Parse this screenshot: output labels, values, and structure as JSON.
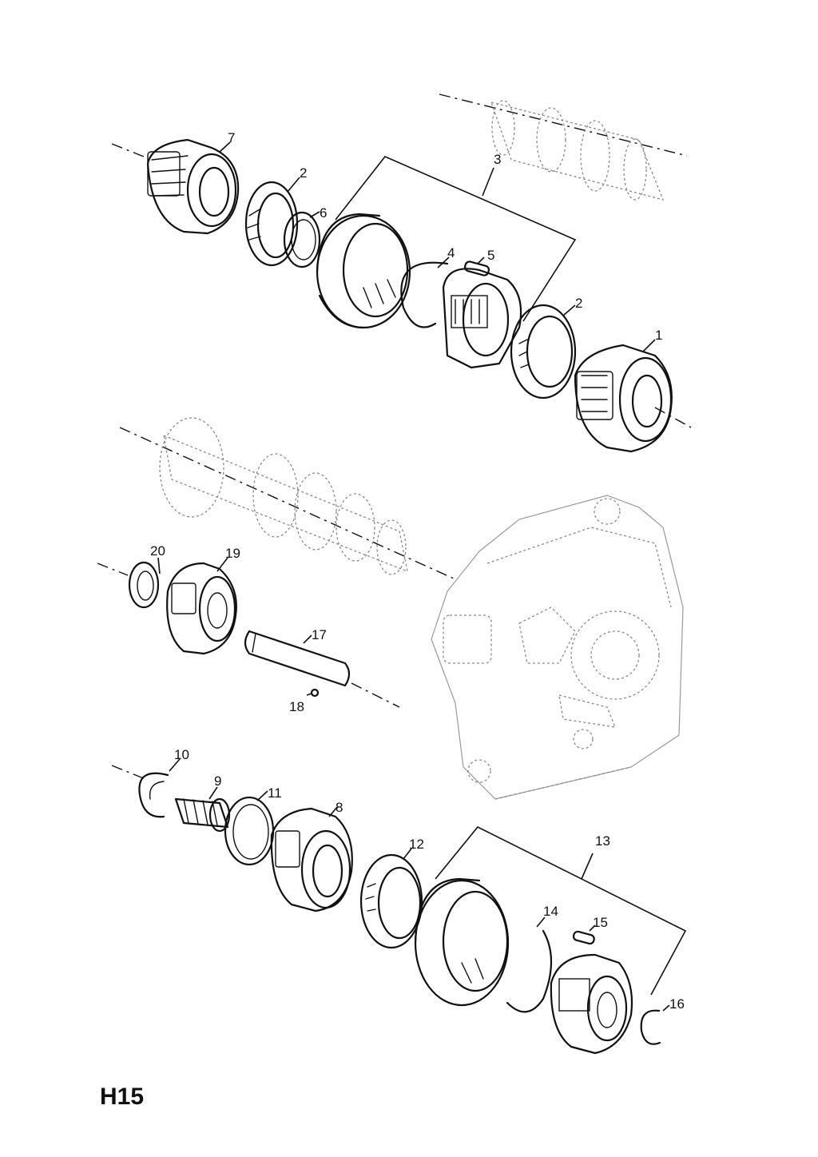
{
  "figure_code": "H15",
  "callouts": [
    {
      "id": "c1",
      "text": "1"
    },
    {
      "id": "c2a",
      "text": "2"
    },
    {
      "id": "c2b",
      "text": "2"
    },
    {
      "id": "c3",
      "text": "3"
    },
    {
      "id": "c4",
      "text": "4"
    },
    {
      "id": "c5",
      "text": "5"
    },
    {
      "id": "c6",
      "text": "6"
    },
    {
      "id": "c7",
      "text": "7"
    },
    {
      "id": "c8",
      "text": "8"
    },
    {
      "id": "c9",
      "text": "9"
    },
    {
      "id": "c10",
      "text": "10"
    },
    {
      "id": "c11",
      "text": "11"
    },
    {
      "id": "c12",
      "text": "12"
    },
    {
      "id": "c13",
      "text": "13"
    },
    {
      "id": "c14",
      "text": "14"
    },
    {
      "id": "c15",
      "text": "15"
    },
    {
      "id": "c16",
      "text": "16"
    },
    {
      "id": "c17",
      "text": "17"
    },
    {
      "id": "c18",
      "text": "18"
    },
    {
      "id": "c19",
      "text": "19"
    },
    {
      "id": "c20",
      "text": "20"
    }
  ]
}
